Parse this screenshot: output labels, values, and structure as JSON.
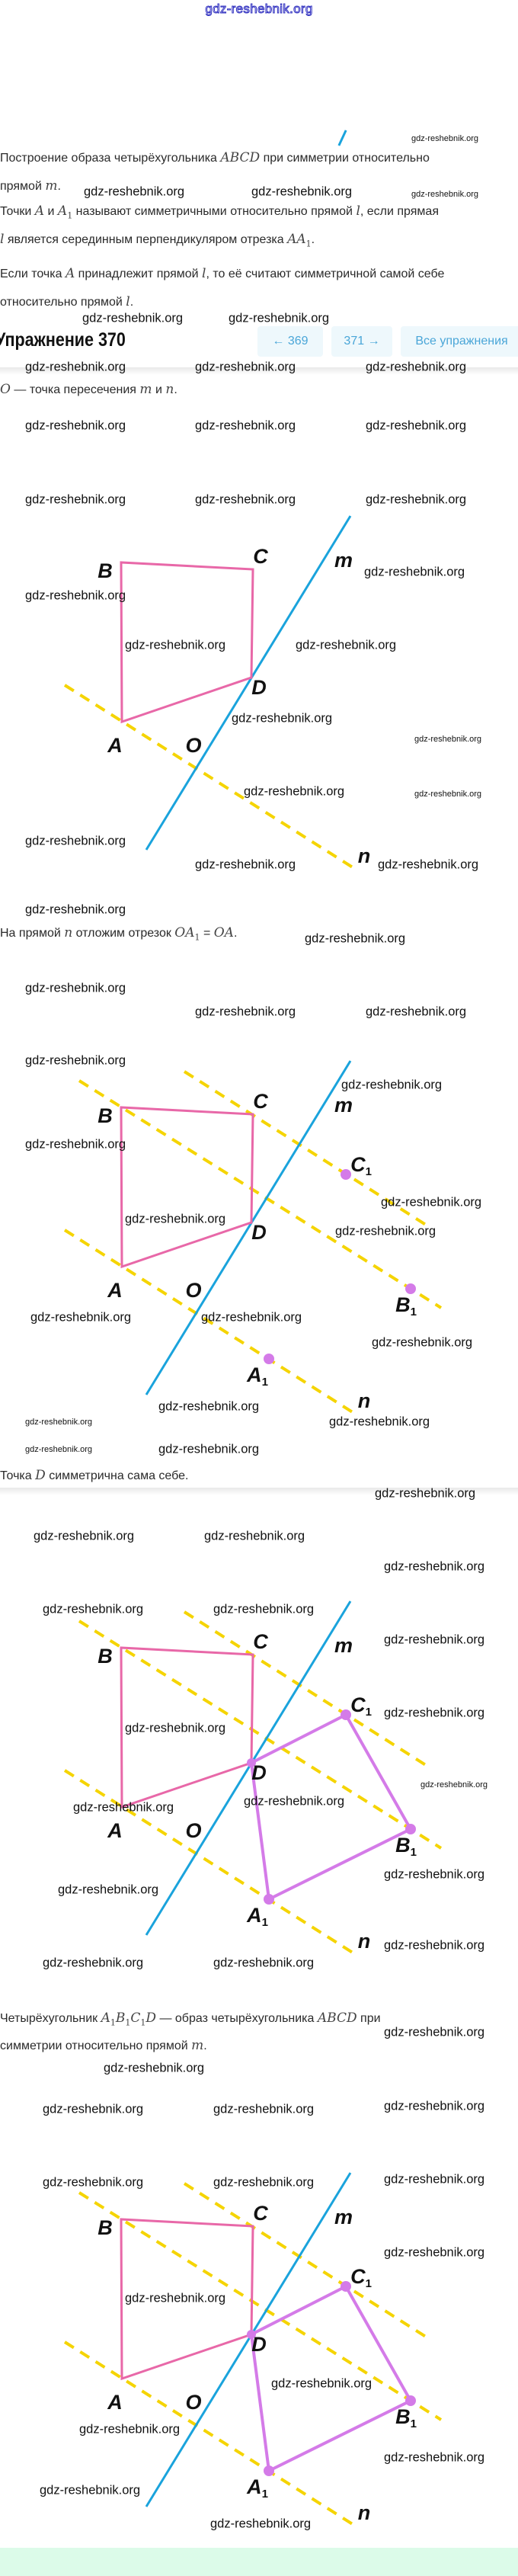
{
  "site_link": "gdz-reshebnik.org",
  "watermark": "gdz-reshebnik.org",
  "intro": {
    "line1": [
      "Построение образа четырёхугольника ",
      {
        "m": "ABCD"
      },
      " при симметрии относительно"
    ],
    "line2": [
      "прямой ",
      {
        "m": "m"
      },
      "."
    ],
    "line3": [
      "Точки ",
      {
        "m": "A"
      },
      " и ",
      {
        "m": "A",
        "s": "1"
      },
      " называют симметричными относительно прямой ",
      {
        "m": "l"
      },
      ", если прямая"
    ],
    "line4": [
      {
        "m": "l"
      },
      " является серединным перпендикуляром отрезка ",
      {
        "m": "AA",
        "s": "1"
      },
      "."
    ],
    "line5": [
      "Если точка ",
      {
        "m": "A"
      },
      " принадлежит прямой ",
      {
        "m": "l"
      },
      ", то её считают симметричной самой себе"
    ],
    "line6": [
      "относительно прямой ",
      {
        "m": "l"
      },
      "."
    ]
  },
  "exercise": {
    "title": "Упражнение 370",
    "prev_label": "← 369",
    "next_label": "371 →",
    "all_label": "Все упражнения"
  },
  "steps": [
    {
      "text": [
        {
          "m": "O"
        },
        " — точка пересечения ",
        {
          "m": "m"
        },
        " и ",
        {
          "m": "n"
        },
        "."
      ]
    },
    {
      "text": [
        "На прямой ",
        {
          "m": "n"
        },
        " отложим отрезок ",
        {
          "m": "OA",
          "s": "1"
        },
        " = ",
        {
          "m": "OA"
        },
        "."
      ]
    },
    {
      "text": [
        "Точка ",
        {
          "m": "D"
        },
        " симметрична сама себе."
      ]
    },
    {
      "text1": [
        "Четырёхугольник ",
        {
          "m": "A",
          "s": "1"
        },
        {
          "m": "B",
          "s": "1"
        },
        {
          "m": "C",
          "s": "1"
        },
        {
          "m": "D"
        },
        " — образ четырёхугольника ",
        {
          "m": "ABCD"
        },
        " при"
      ],
      "text2": [
        "симметрии относительно прямой ",
        {
          "m": "m"
        },
        "."
      ]
    }
  ],
  "diagram": {
    "labels": {
      "A": "A",
      "B": "B",
      "C": "C",
      "D": "D",
      "O": "O",
      "m": "m",
      "n": "n",
      "A1": "A",
      "B1": "B",
      "C1": "C",
      "sub": "1"
    },
    "colors": {
      "original": "#e868a8",
      "image": "#d47be8",
      "axis": "#1aa3dc",
      "perpendicular": "#f5d400"
    }
  }
}
